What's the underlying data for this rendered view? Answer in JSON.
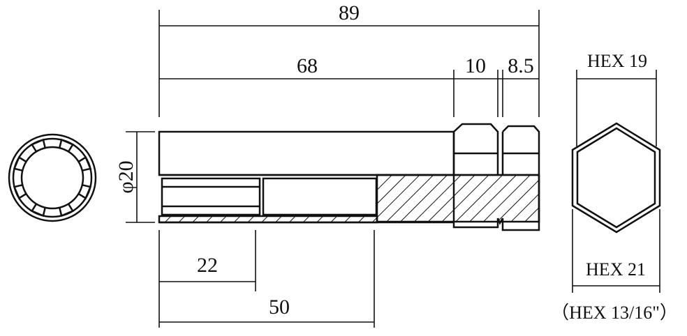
{
  "dimensions": {
    "overall_length": "89",
    "shank_length": "68",
    "hex_large_length": "10",
    "hex_small_length": "8.5",
    "diameter": "φ20",
    "inner_depth_1": "22",
    "inner_depth_2": "50"
  },
  "hex_labels": {
    "across_flats": "HEX 19",
    "across_corners": "HEX 21",
    "imperial": "（HEX 13/16\"）"
  },
  "colors": {
    "line": "#111111",
    "background": "#ffffff"
  }
}
